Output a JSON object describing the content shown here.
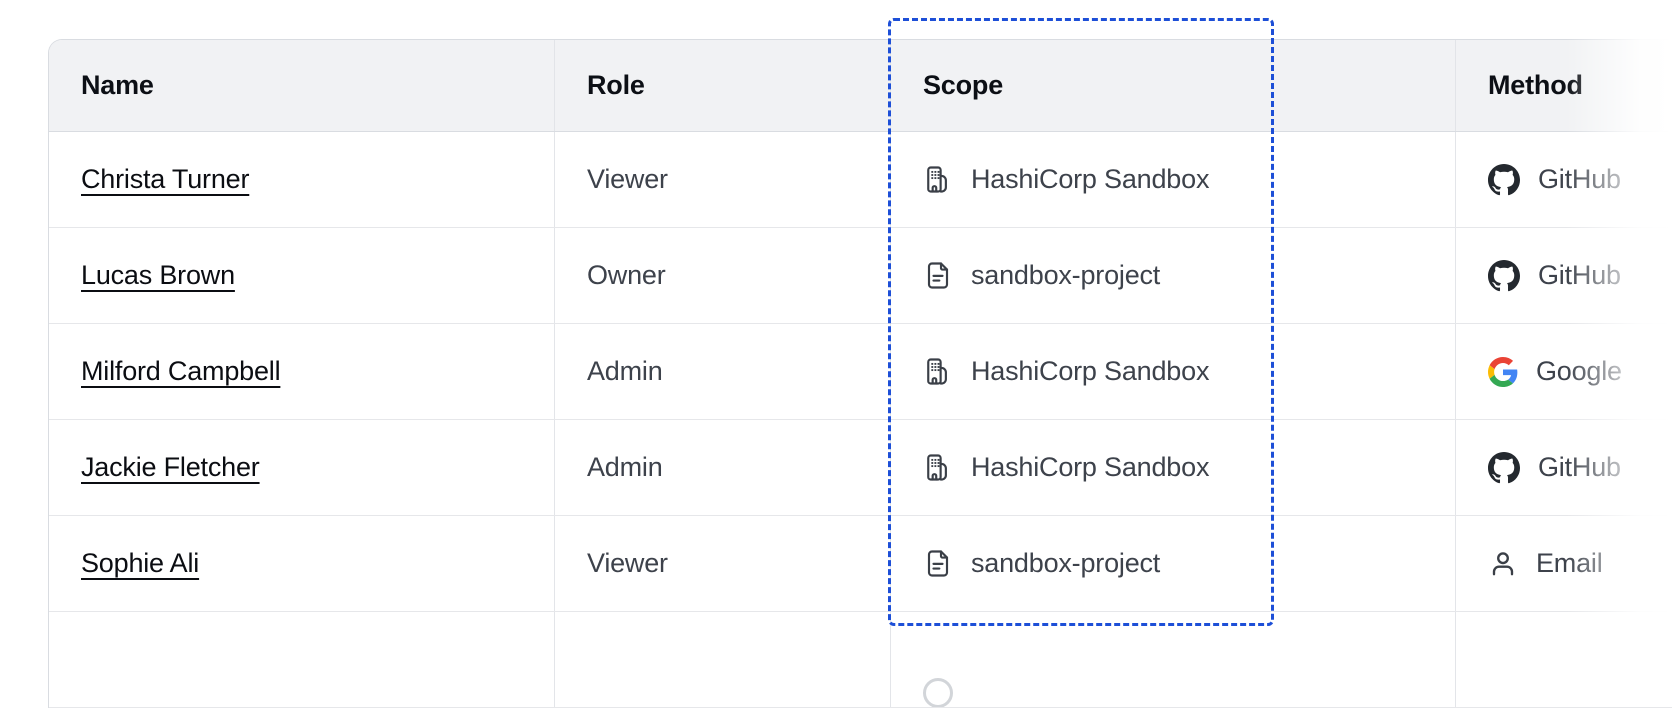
{
  "table": {
    "columns": [
      {
        "key": "name",
        "label": "Name"
      },
      {
        "key": "role",
        "label": "Role"
      },
      {
        "key": "scope",
        "label": "Scope"
      },
      {
        "key": "method",
        "label": "Method"
      }
    ],
    "rows": [
      {
        "name": "Christa Turner",
        "role": "Viewer",
        "scope": "HashiCorp Sandbox",
        "scope_icon": "org-icon",
        "method": "GitHub",
        "method_icon": "github-icon"
      },
      {
        "name": "Lucas Brown",
        "role": "Owner",
        "scope": "sandbox-project",
        "scope_icon": "file-text-icon",
        "method": "GitHub",
        "method_icon": "github-icon"
      },
      {
        "name": "Milford Campbell",
        "role": "Admin",
        "scope": "HashiCorp Sandbox",
        "scope_icon": "org-icon",
        "method": "Google",
        "method_icon": "google-icon"
      },
      {
        "name": "Jackie Fletcher",
        "role": "Admin",
        "scope": "HashiCorp Sandbox",
        "scope_icon": "org-icon",
        "method": "GitHub",
        "method_icon": "github-icon"
      },
      {
        "name": "Sophie Ali",
        "role": "Viewer",
        "scope": "sandbox-project",
        "scope_icon": "file-text-icon",
        "method": "Email",
        "method_icon": "user-icon"
      }
    ],
    "partial_row": {
      "visible": true,
      "scope_icon": "clipped-circle-icon"
    }
  },
  "highlight": {
    "target": "scope-column",
    "style": "dashed-selection-box",
    "color": "#1d4fd7"
  },
  "colors": {
    "header_background": "#f1f2f4",
    "row_divider": "#e6e7ea",
    "text_primary": "#0b0d12",
    "text_secondary": "#3d424b",
    "github_brand": "#24292f",
    "google_blue": "#4285f4",
    "google_red": "#ea4335",
    "google_yellow": "#fbbc05",
    "google_green": "#34a853"
  }
}
